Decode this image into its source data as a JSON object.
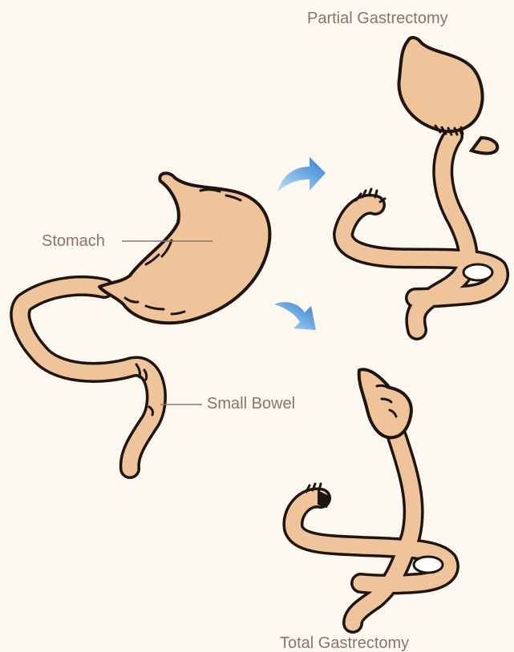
{
  "labels": {
    "stomach": "Stomach",
    "small_bowel": "Small Bowel",
    "partial_gastrectomy": "Partial Gastrectomy",
    "total_gastrectomy": "Total Gastrectomy"
  },
  "colors": {
    "background": "#fdf8ef",
    "organ_fill": "#f0c49a",
    "outline": "#1e1410",
    "label_text": "#8a7468",
    "arrow_blue": "#2f7fd4",
    "arrow_light": "#bfe0f7"
  },
  "icons": {
    "arrow_to_partial": "curved-arrow-icon",
    "arrow_to_total": "curved-arrow-icon"
  }
}
